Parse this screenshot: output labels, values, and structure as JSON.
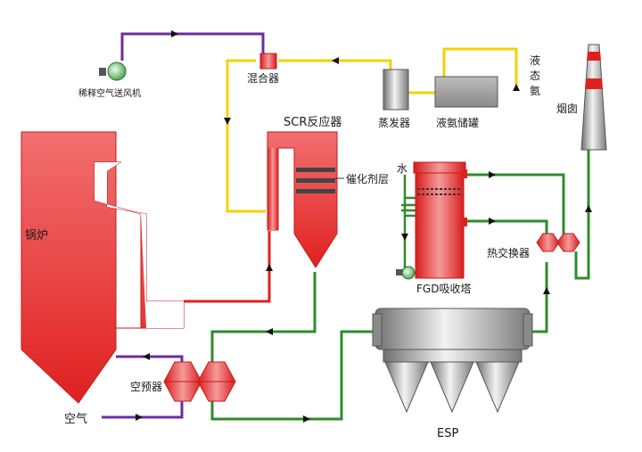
{
  "labels": {
    "boiler": "锅炉",
    "air": "空气",
    "air_preheater": "空预器",
    "dilution_fan": "稀释空气送风机",
    "mixer": "混合器",
    "evaporator": "蒸发器",
    "ammonia_tank": "液氨储罐",
    "liquid_ammonia": "液\n态\n氨",
    "scr_reactor": "SCR反应器",
    "catalyst_layer": "催化剂层",
    "water": "水",
    "fgd_absorber": "FGD吸收塔",
    "heat_exchanger": "热交换器",
    "chimney": "烟囱",
    "esp": "ESP"
  },
  "colors": {
    "flue_red": "#e02020",
    "flue_green": "#2e8b2e",
    "ammonia_yellow": "#f2d200",
    "air_purple": "#6a2ea0",
    "equipment_red": "#e83a3a",
    "equipment_gray": "#9a9a9a"
  }
}
